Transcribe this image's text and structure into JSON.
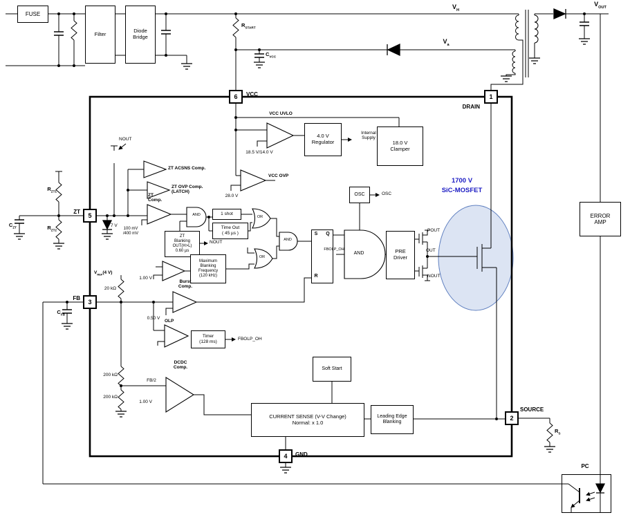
{
  "colors": {
    "mosfet_label": "#1b1bc3",
    "ellipse_fill": "#dce4f3",
    "ellipse_stroke": "#6080c0",
    "wire": "#000000"
  },
  "pins": {
    "vcc": {
      "num": "6",
      "name": "VCC"
    },
    "drain": {
      "num": "1",
      "name": "DRAIN"
    },
    "zt": {
      "num": "5",
      "name": "ZT"
    },
    "fb": {
      "num": "3",
      "name": "FB"
    },
    "gnd": {
      "num": "4",
      "name": "GND"
    },
    "source": {
      "num": "2",
      "name": "SOURCE"
    }
  },
  "labels": {
    "fuse": "FUSE",
    "filter": "Filter",
    "diode_bridge": [
      "Diode",
      "Bridge"
    ],
    "vh": {
      "base": "V",
      "sub": "H"
    },
    "va": {
      "base": "V",
      "sub": "a"
    },
    "vout": {
      "base": "V",
      "sub": "OUT"
    },
    "r_start": {
      "base": "R",
      "sub": "START"
    },
    "c_vcc": {
      "base": "C",
      "sub": "VCC"
    },
    "vcc_uvlo": "VCC UVLO",
    "uvlo_threshold": "18.5 V/14.0 V",
    "regulator": [
      "4.0 V",
      "Regulator"
    ],
    "internal_supply": [
      "Internal",
      "Supply"
    ],
    "clamper": [
      "18.0 V",
      "Clamper"
    ],
    "vcc_ovp": "VCC OVP",
    "ovp_threshold": "28.0 V",
    "osc_box": "OSC",
    "osc_out": "OSC",
    "nout_top": "NOUT",
    "zt_acsns": "ZT ACSNS Comp.",
    "zt_ovp": [
      "ZT OVP Comp.",
      "(LATCH)"
    ],
    "zt_comp": [
      "ZT",
      "Comp."
    ],
    "zener": "7 V",
    "zt_threshold": [
      "100 mV",
      "/400 mV"
    ],
    "gate_and_1": "AND",
    "gate_or_1": "OR",
    "gate_or_2": "OR",
    "gate_and_2": "AND",
    "gate_and_3": "AND",
    "one_shot": "1 shot",
    "time_out": [
      "Time Out",
      "( 45 µs )"
    ],
    "zt_blanking": [
      "ZT",
      "Blanking",
      "OUT(H>L)",
      "0.60 µs"
    ],
    "nout_mid": "NOUT",
    "max_blanking": [
      "Maximum",
      "Blanking",
      "Frequency",
      "(120 kHz)"
    ],
    "latch": {
      "s": "S",
      "q": "Q",
      "r": "R"
    },
    "fbolp_oh_gate": "FBOLP_OH",
    "pre_driver": [
      "PRE",
      "Driver"
    ],
    "pout": "POUT",
    "out": "OUT",
    "nout_driver": "NOUT",
    "sic_mosfet": [
      "1700 V",
      "SiC-MOSFET"
    ],
    "vref": {
      "base": "V",
      "sub": "REF",
      "rest": "(4 V)"
    },
    "r_20k": "20 kΩ",
    "comp_threshold_1v": "1.00 V",
    "burst_comp": [
      "Burst",
      "Comp."
    ],
    "burst_threshold": "0.50 V",
    "olp": "OLP",
    "timer": [
      "Timer",
      "(128 ms)"
    ],
    "fbolp_oh_timer": "FBOLP_OH",
    "dcdc_comp": [
      "DCDC",
      "Comp."
    ],
    "fb_half": "FB/2",
    "dcdc_threshold": "1.00 V",
    "r_200k_upper": "200 kΩ",
    "r_200k_lower": "200 kΩ",
    "soft_start": "Soft Start",
    "current_sense": [
      "CURRENT SENSE (V-V Change)",
      "Normal: x 1.0"
    ],
    "leading_edge": [
      "Leading Edge",
      "Blanking"
    ],
    "error_amp": [
      "ERROR",
      "AMP"
    ],
    "pc": "PC",
    "r_s": {
      "base": "R",
      "sub": "S"
    },
    "r_zt1": {
      "base": "R",
      "sub": "ZT1"
    },
    "r_zt2": {
      "base": "R",
      "sub": "ZT2"
    },
    "c_zt": {
      "base": "C",
      "sub": "ZT"
    },
    "c_fb": {
      "base": "C",
      "sub": "FB"
    }
  }
}
